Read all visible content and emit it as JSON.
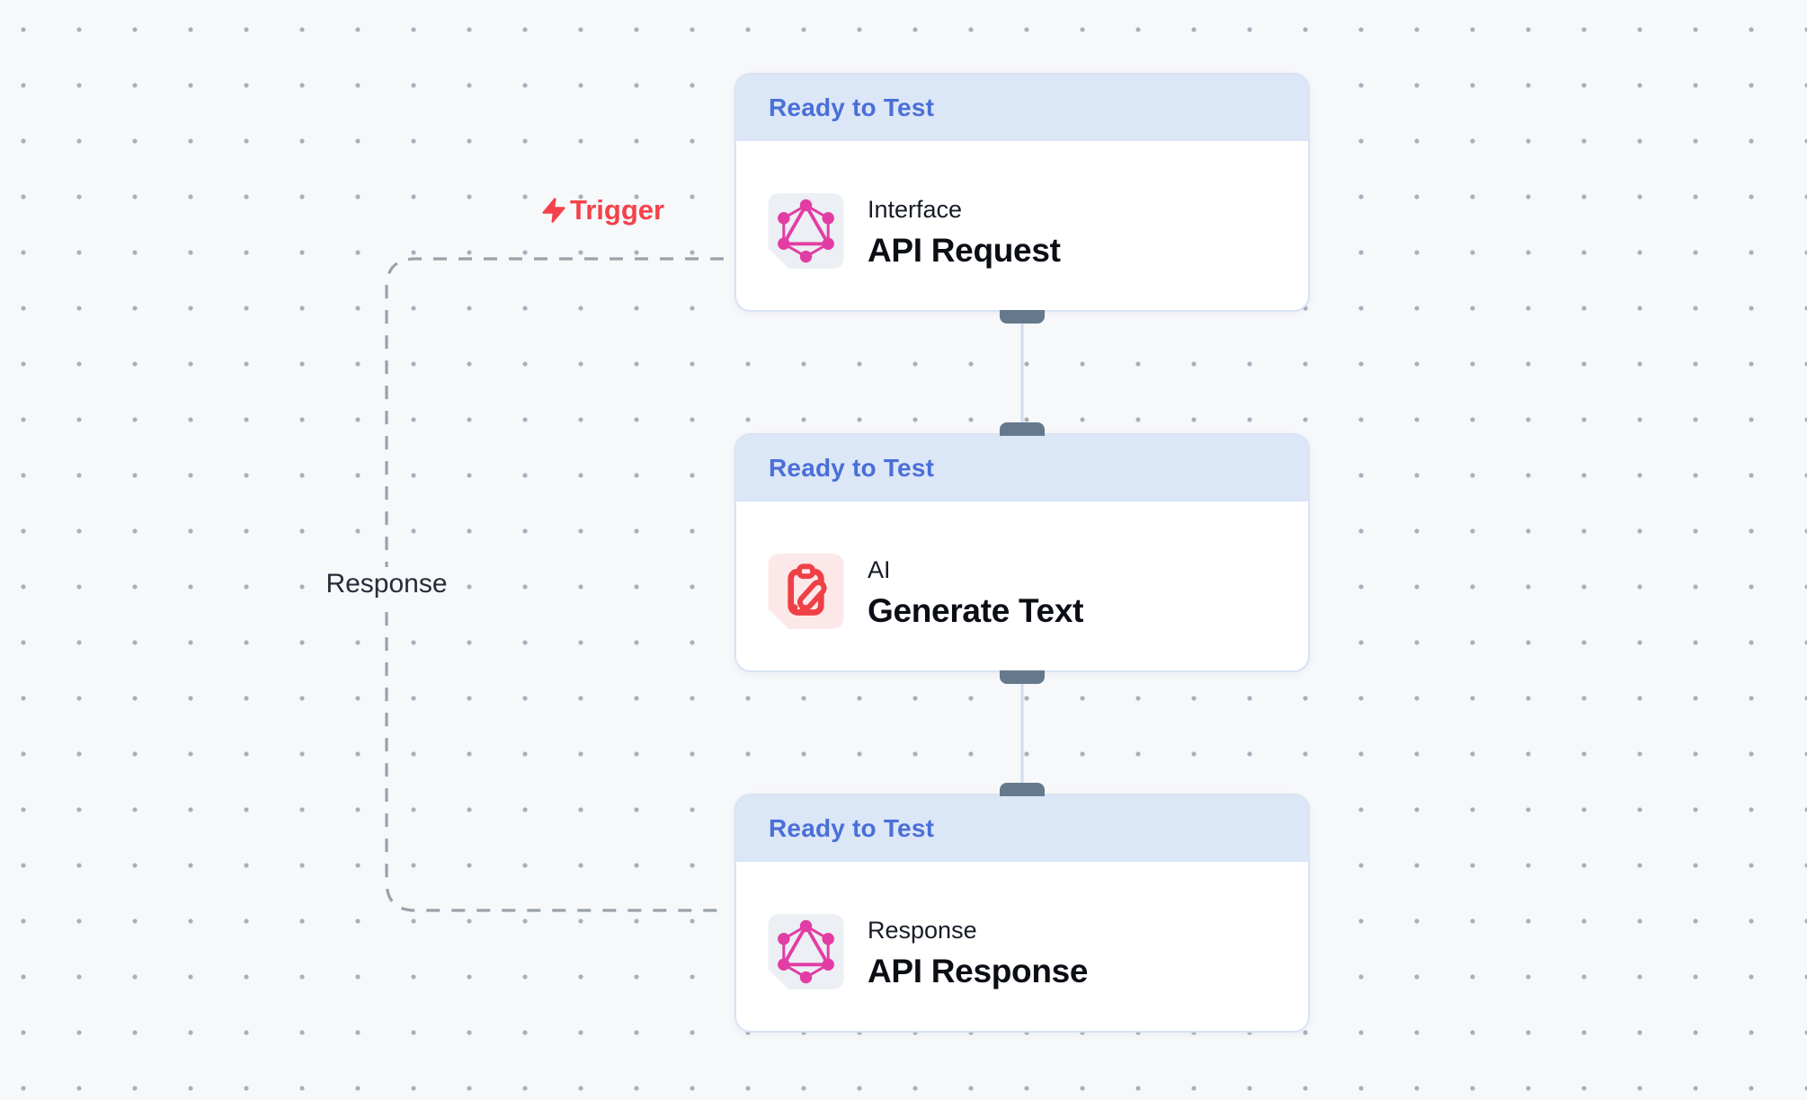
{
  "colors": {
    "canvas-bg": "#f7f8fa",
    "dot": "#a9afba",
    "node-border": "#d9e3f4",
    "header-bg": "#dbe6f7",
    "header-text": "#4a6fd8",
    "body-bg": "#ffffff",
    "handle": "#64798c",
    "edge": "#d2ddef",
    "dashed-edge": "#9aa1ab",
    "graphql-pink": "#e23da5",
    "graphql-tile": "#eceff3",
    "ai-red": "#ee4046",
    "ai-tile": "#fde8e9",
    "trigger-red": "#f4424a",
    "category-text": "#171c26",
    "title-text": "#0b0e14",
    "response-label-text": "#262c38"
  },
  "edge_labels": {
    "trigger": "Trigger",
    "response": "Response"
  },
  "nodes": [
    {
      "status": "Ready to Test",
      "category": "Interface",
      "title": "API Request",
      "icon": "graphql-icon"
    },
    {
      "status": "Ready to Test",
      "category": "AI",
      "title": "Generate Text",
      "icon": "clipboard-pen-icon"
    },
    {
      "status": "Ready to Test",
      "category": "Response",
      "title": "API Response",
      "icon": "graphql-icon"
    }
  ]
}
